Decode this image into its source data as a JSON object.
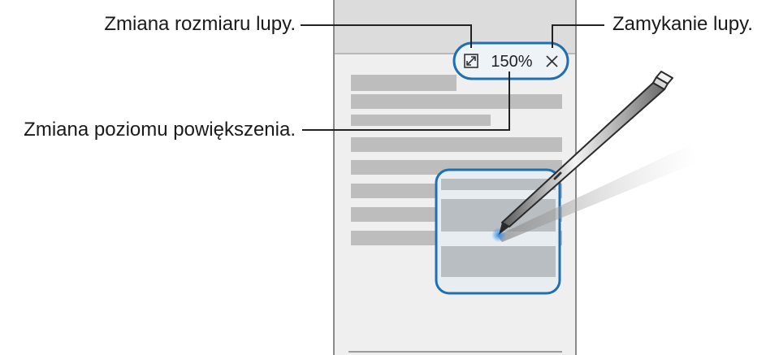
{
  "callouts": {
    "resize": "Zmiana rozmiaru lupy.",
    "close": "Zamykanie lupy.",
    "zoom_level": "Zmiana poziomu powiększenia."
  },
  "magnifier_toolbar": {
    "zoom_value": "150%",
    "resize_icon": "expand-arrows-icon",
    "close_icon": "close-x-icon"
  },
  "colors": {
    "phone_frame": "#888888",
    "status_bar": "#dcdcdc",
    "screen": "#efefef",
    "text_line": "#bdbdbd",
    "magnifier_border": "#1f6fb2",
    "toolbar_fill": "#eef3f7",
    "leader_line": "#222222"
  }
}
